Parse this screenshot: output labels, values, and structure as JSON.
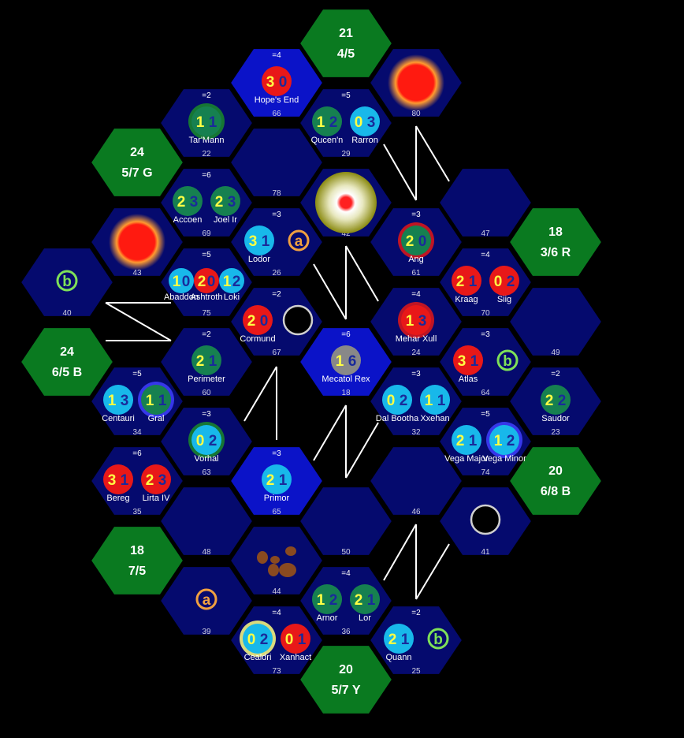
{
  "colors": {
    "background": "#000000",
    "hex_dark": "#050a6e",
    "hex_bright": "#0b13c8",
    "home": "#0a7a20",
    "resource_text": "#ffff44",
    "influence_text": "#1a2a9a",
    "planet_cyan": "#18b8ea",
    "planet_red": "#e81818",
    "planet_green": "#168050",
    "planet_grey": "#888888",
    "wormhole_a": "#f0a040",
    "wormhole_b": "#7ee058",
    "hyperlane": "#ffffff"
  },
  "homes": [
    {
      "id": "h21",
      "top": "21",
      "bottom": "4/5"
    },
    {
      "id": "h24g",
      "top": "24",
      "bottom": "5/7 G"
    },
    {
      "id": "h18r",
      "top": "18",
      "bottom": "3/6 R"
    },
    {
      "id": "h24b",
      "top": "24",
      "bottom": "6/5 B"
    },
    {
      "id": "h20b",
      "top": "20",
      "bottom": "6/8 B"
    },
    {
      "id": "h18",
      "top": "18",
      "bottom": "7/5"
    },
    {
      "id": "h20y",
      "top": "20",
      "bottom": "5/7 Y"
    }
  ],
  "systems": [
    {
      "id": "s66",
      "number": "66",
      "total": "=4",
      "bright": true,
      "planets": [
        {
          "r": "3",
          "i": "0",
          "name": "Hope's End",
          "color": "red"
        }
      ]
    },
    {
      "id": "s80",
      "number": "80",
      "feature": "supernova"
    },
    {
      "id": "s22",
      "number": "22",
      "total": "=2",
      "planets": [
        {
          "r": "1",
          "i": "1",
          "name": "Tar'Mann",
          "color": "green",
          "glow": "#1a8a2a"
        }
      ]
    },
    {
      "id": "s29",
      "number": "29",
      "total": "=5",
      "planets": [
        {
          "r": "1",
          "i": "2",
          "name": "Qucen'n",
          "color": "green"
        },
        {
          "r": "0",
          "i": "3",
          "name": "Rarron",
          "color": "cyan"
        }
      ]
    },
    {
      "id": "s78",
      "number": "78"
    },
    {
      "id": "s69",
      "number": "69",
      "total": "=6",
      "planets": [
        {
          "r": "2",
          "i": "3",
          "name": "Accoen",
          "color": "green"
        },
        {
          "r": "2",
          "i": "3",
          "name": "Joel Ir",
          "color": "green"
        }
      ]
    },
    {
      "id": "s42",
      "number": "42",
      "feature": "nebula"
    },
    {
      "id": "s47",
      "number": "47"
    },
    {
      "id": "s43",
      "number": "43",
      "feature": "supernova"
    },
    {
      "id": "s26",
      "number": "26",
      "total": "=3",
      "planets": [
        {
          "r": "3",
          "i": "1",
          "name": "Lodor",
          "color": "cyan"
        }
      ],
      "wormhole": "a"
    },
    {
      "id": "s61",
      "number": "61",
      "total": "=3",
      "planets": [
        {
          "r": "2",
          "i": "0",
          "name": "Ang",
          "color": "green",
          "glow": "#e01818"
        }
      ]
    },
    {
      "id": "s40",
      "number": "40",
      "wormhole": "b"
    },
    {
      "id": "s75",
      "number": "75",
      "total": "=5",
      "planets": [
        {
          "r": "1",
          "i": "0",
          "name": "Abaddon",
          "color": "cyan"
        },
        {
          "r": "2",
          "i": "0",
          "name": "Ashtroth",
          "color": "red"
        },
        {
          "r": "1",
          "i": "2",
          "name": "Loki",
          "color": "cyan"
        }
      ]
    },
    {
      "id": "s70",
      "number": "70",
      "total": "=4",
      "planets": [
        {
          "r": "2",
          "i": "1",
          "name": "Kraag",
          "color": "red"
        },
        {
          "r": "0",
          "i": "2",
          "name": "Siig",
          "color": "red"
        }
      ]
    },
    {
      "id": "s67",
      "number": "67",
      "total": "=2",
      "planets": [
        {
          "r": "2",
          "i": "0",
          "name": "Cormund",
          "color": "red"
        }
      ],
      "feature": "gravity"
    },
    {
      "id": "s18",
      "number": "18",
      "total": "=6",
      "bright": true,
      "planets": [
        {
          "r": "1",
          "i": "6",
          "name": "Mecatol Rex",
          "color": "grey"
        }
      ]
    },
    {
      "id": "s24",
      "number": "24",
      "total": "=4",
      "planets": [
        {
          "r": "1",
          "i": "3",
          "name": "Mehar Xull",
          "color": "red",
          "glow": "#e01818"
        }
      ]
    },
    {
      "id": "s49",
      "number": "49"
    },
    {
      "id": "s60",
      "number": "60",
      "total": "=2",
      "planets": [
        {
          "r": "2",
          "i": "1",
          "name": "Perimeter",
          "color": "green"
        }
      ]
    },
    {
      "id": "s64",
      "number": "64",
      "total": "=3",
      "planets": [
        {
          "r": "3",
          "i": "1",
          "name": "Atlas",
          "color": "red"
        }
      ],
      "wormhole": "b"
    },
    {
      "id": "s34",
      "number": "34",
      "total": "=5",
      "planets": [
        {
          "r": "1",
          "i": "3",
          "name": "Centauri",
          "color": "cyan"
        },
        {
          "r": "1",
          "i": "1",
          "name": "Gral",
          "color": "green",
          "glow": "#4040ff"
        }
      ]
    },
    {
      "id": "s32",
      "number": "32",
      "total": "=3",
      "planets": [
        {
          "r": "0",
          "i": "2",
          "name": "Dal Bootha",
          "color": "cyan"
        },
        {
          "r": "1",
          "i": "1",
          "name": "Xxehan",
          "color": "cyan"
        }
      ]
    },
    {
      "id": "s23",
      "number": "23",
      "total": "=2",
      "planets": [
        {
          "r": "2",
          "i": "2",
          "name": "Saudor",
          "color": "green"
        }
      ]
    },
    {
      "id": "s63",
      "number": "63",
      "total": "=3",
      "planets": [
        {
          "r": "0",
          "i": "2",
          "name": "Vorhal",
          "color": "cyan",
          "glow": "#1a8a2a"
        }
      ]
    },
    {
      "id": "s74",
      "number": "74",
      "total": "=5",
      "planets": [
        {
          "r": "2",
          "i": "1",
          "name": "Vega Major",
          "color": "cyan"
        },
        {
          "r": "1",
          "i": "2",
          "name": "Vega Minor",
          "color": "cyan",
          "glow": "#4040ff"
        }
      ]
    },
    {
      "id": "s35",
      "number": "35",
      "total": "=6",
      "planets": [
        {
          "r": "3",
          "i": "1",
          "name": "Bereg",
          "color": "red"
        },
        {
          "r": "2",
          "i": "3",
          "name": "Lirta IV",
          "color": "red"
        }
      ]
    },
    {
      "id": "s65",
      "number": "65",
      "total": "=3",
      "bright": true,
      "planets": [
        {
          "r": "2",
          "i": "1",
          "name": "Primor",
          "color": "cyan"
        }
      ]
    },
    {
      "id": "s46",
      "number": "46"
    },
    {
      "id": "s48",
      "number": "48"
    },
    {
      "id": "s50",
      "number": "50"
    },
    {
      "id": "s41",
      "number": "41",
      "feature": "gravity"
    },
    {
      "id": "s44",
      "number": "44",
      "feature": "asteroids"
    },
    {
      "id": "s39",
      "number": "39",
      "wormhole": "a"
    },
    {
      "id": "s36",
      "number": "36",
      "total": "=4",
      "planets": [
        {
          "r": "1",
          "i": "2",
          "name": "Arnor",
          "color": "green"
        },
        {
          "r": "2",
          "i": "1",
          "name": "Lor",
          "color": "green"
        }
      ]
    },
    {
      "id": "s73",
      "number": "73",
      "total": "=4",
      "planets": [
        {
          "r": "0",
          "i": "2",
          "name": "Cealdri",
          "color": "cyan",
          "glow": "#ffff80"
        },
        {
          "r": "0",
          "i": "1",
          "name": "Xanhact",
          "color": "red"
        }
      ]
    },
    {
      "id": "s25",
      "number": "25",
      "total": "=2",
      "planets": [
        {
          "r": "2",
          "i": "1",
          "name": "Quann",
          "color": "cyan"
        }
      ],
      "wormhole": "b"
    }
  ]
}
